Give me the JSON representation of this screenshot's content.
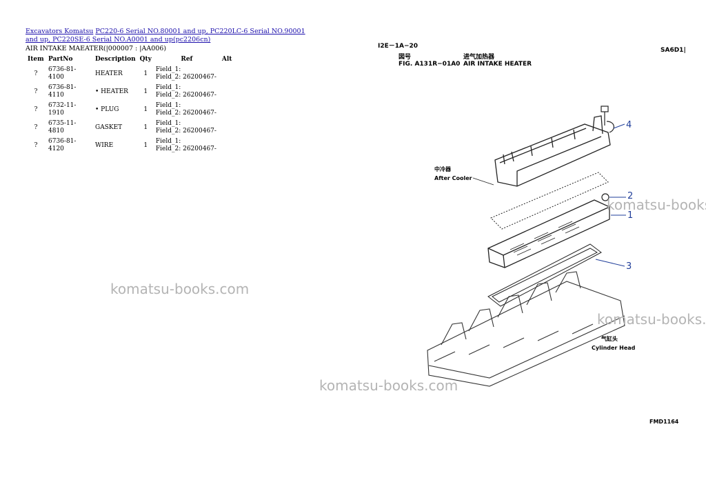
{
  "breadcrumbs": {
    "link_1": "Excavators Komatsu",
    "link_2": "PC220-6 Serial NO.80001 and up, PC220LC-6 Serial NO.90001 and up, PC220SE-6 Serial NO.A0001 and up(pc2206cn)"
  },
  "section_title": "AIR INTAKE MAEATER(|000007 : |AA006)",
  "table": {
    "headers": [
      "Item",
      "PartNo",
      "Description",
      "Qty",
      "Ref",
      "Alt"
    ],
    "rows": [
      {
        "item": "?",
        "partno": "6736-81-4100",
        "description": "HEATER",
        "qty": "1",
        "field1": "Field_1:",
        "field2": "Field_2: 26200467-",
        "alt": ""
      },
      {
        "item": "?",
        "partno": "6736-81-4110",
        "description": "• HEATER",
        "qty": "1",
        "field1": "Field_1:",
        "field2": "Field_2: 26200467-",
        "alt": ""
      },
      {
        "item": "?",
        "partno": "6732-11-1910",
        "description": "• PLUG",
        "qty": "1",
        "field1": "Field_1:",
        "field2": "Field_2: 26200467-",
        "alt": ""
      },
      {
        "item": "?",
        "partno": "6735-11-4810",
        "description": "GASKET",
        "qty": "1",
        "field1": "Field_1:",
        "field2": "Field_2: 26200467-",
        "alt": ""
      },
      {
        "item": "?",
        "partno": "6736-81-4120",
        "description": "WIRE",
        "qty": "1",
        "field1": "Field_1:",
        "field2": "Field_2: 26200467-",
        "alt": ""
      }
    ]
  },
  "watermark": "komatsu-books.com",
  "figure": {
    "sheet_line_1": "I2E－1",
    "sheet_line_2": "A−20",
    "fig_label_cn": "図号",
    "fig_label": "FIG.",
    "fig_number": "A131R−01A0",
    "title_cn": "进气加热器",
    "title": "AIR INTAKE HEATER",
    "code": "SA6D1|",
    "after_cooler_cn": "中冷器",
    "after_cooler": "After Cooler",
    "cylinder_head_cn": "气缸头",
    "cylinder_head": "Cylinder Head",
    "callouts": [
      "4",
      "2",
      "1",
      "3"
    ],
    "footer": "FMD1164"
  },
  "colors": {
    "link": "#1a0dab",
    "callout": "#1f3d99",
    "watermark": "#b4b4b4"
  }
}
